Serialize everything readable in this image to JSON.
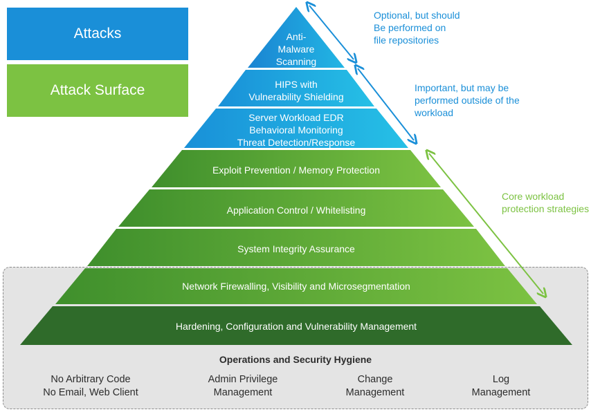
{
  "legend": {
    "attacks": "Attacks",
    "attack_surface": "Attack Surface"
  },
  "colors": {
    "attacks_blue": "#1a8fd8",
    "surface_green": "#7cc242",
    "hygiene_dark_green": "#2f6b2a"
  },
  "layers": [
    {
      "lines": [
        "Anti-",
        "Malware",
        "Scanning"
      ]
    },
    {
      "lines": [
        "HIPS with",
        "Vulnerability Shielding"
      ]
    },
    {
      "lines": [
        "Server Workload EDR",
        "Behavioral Monitoring",
        "Threat Detection/Response"
      ]
    },
    {
      "lines": [
        "Exploit Prevention  / Memory Protection"
      ]
    },
    {
      "lines": [
        "Application Control / Whitelisting"
      ]
    },
    {
      "lines": [
        "System Integrity Assurance"
      ]
    },
    {
      "lines": [
        "Network Firewalling, Visibility and Microsegmentation"
      ]
    },
    {
      "lines": [
        "Hardening, Configuration and Vulnerability Management"
      ]
    }
  ],
  "notes": {
    "optional": [
      "Optional, but should",
      "Be performed on",
      "file repositories"
    ],
    "important": [
      "Important, but may be",
      "performed outside of the",
      "workload"
    ],
    "core": [
      "Core workload",
      "protection strategies"
    ]
  },
  "hygiene": {
    "title": "Operations and Security Hygiene",
    "items": [
      {
        "lines": [
          "No Arbitrary Code",
          "No Email, Web Client"
        ]
      },
      {
        "lines": [
          "Admin Privilege",
          "Management"
        ]
      },
      {
        "lines": [
          "Change",
          "Management"
        ]
      },
      {
        "lines": [
          "Log",
          "Management"
        ]
      }
    ]
  }
}
